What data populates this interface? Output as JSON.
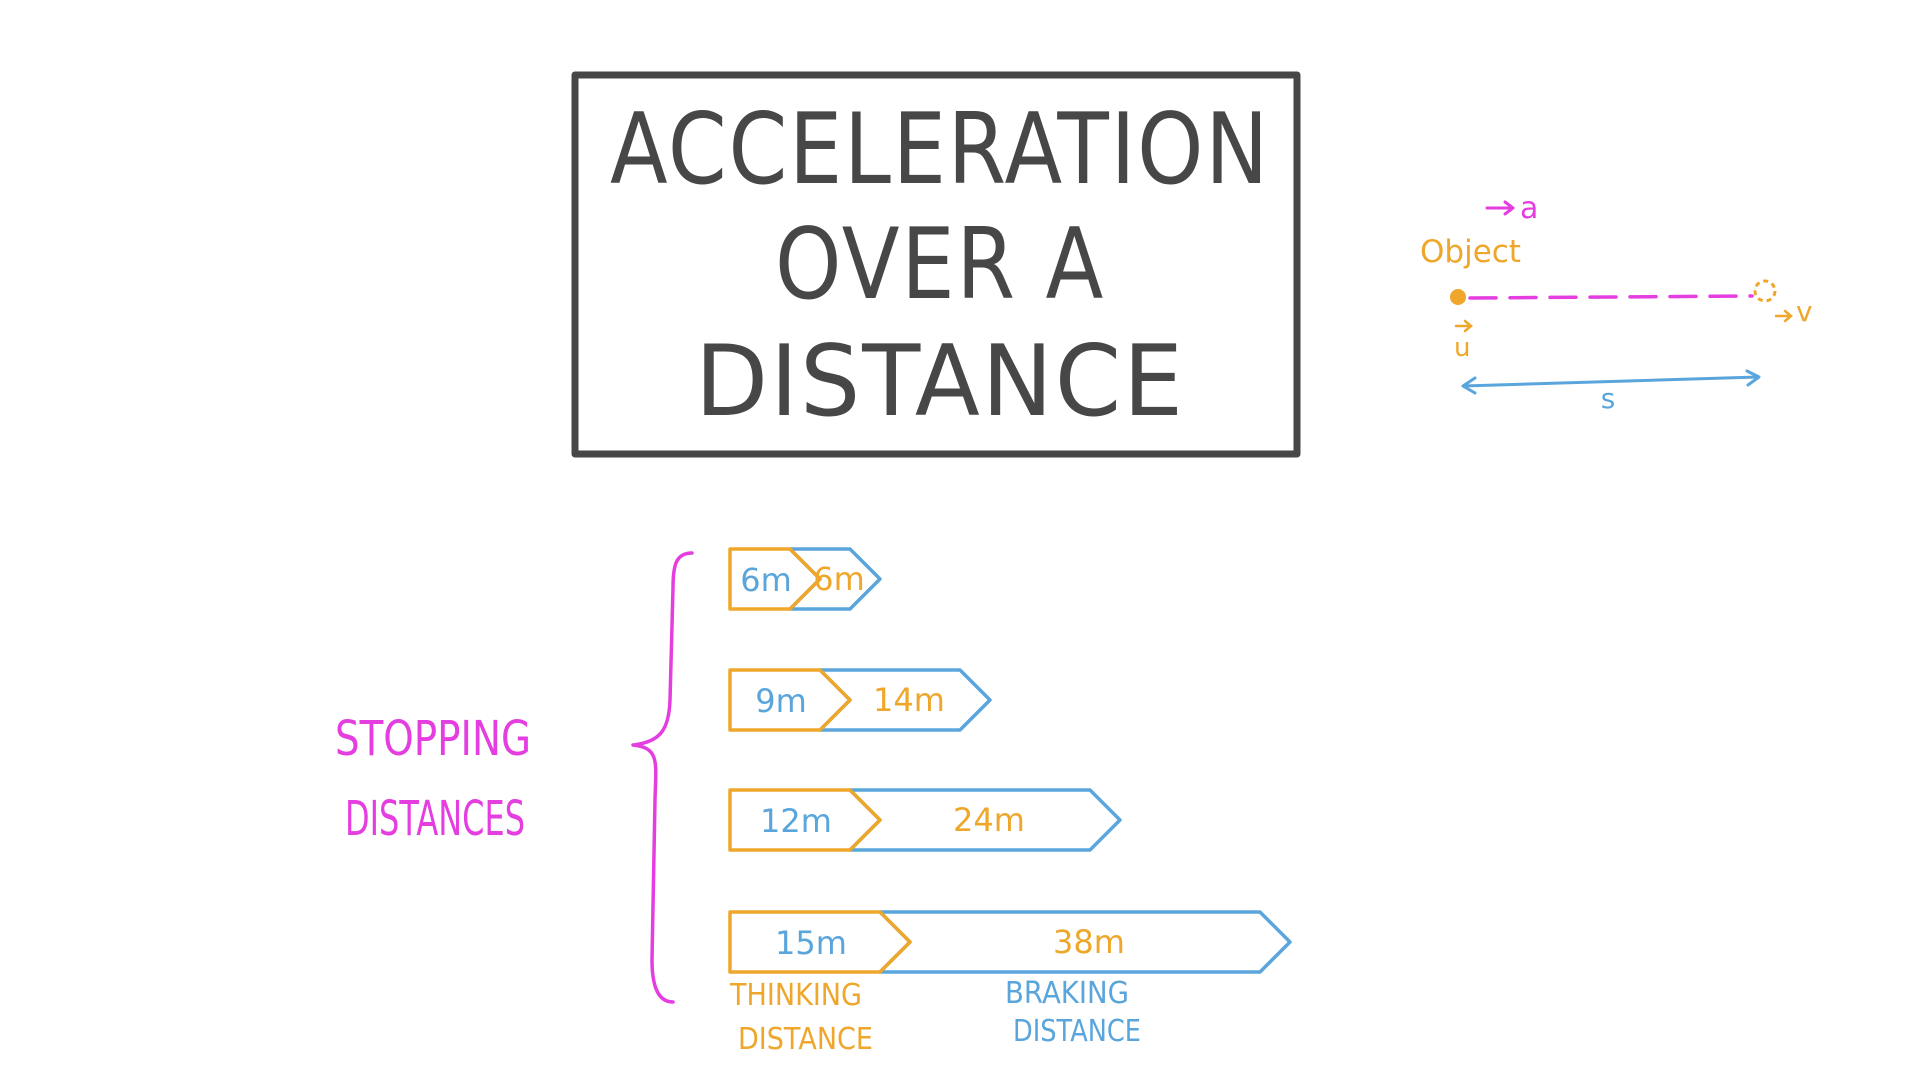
{
  "title": {
    "lines": [
      "ACCELERATION",
      "OVER A",
      "DISTANCE"
    ]
  },
  "motion_diagram": {
    "object_label": "Object",
    "acceleration_label": "a",
    "initial_velocity_label": "u",
    "final_velocity_label": "v",
    "displacement_label": "s"
  },
  "stopping": {
    "label_lines": [
      "STOPPING",
      "DISTANCES"
    ],
    "rows": [
      {
        "thinking": 6,
        "braking": 6,
        "thinking_label": "6m",
        "braking_label": "6m"
      },
      {
        "thinking": 9,
        "braking": 14,
        "thinking_label": "9m",
        "braking_label": "14m"
      },
      {
        "thinking": 12,
        "braking": 24,
        "thinking_label": "12m",
        "braking_label": "24m"
      },
      {
        "thinking": 15,
        "braking": 38,
        "thinking_label": "15m",
        "braking_label": "38m"
      }
    ],
    "thinking_caption": [
      "THINKING",
      "DISTANCE"
    ],
    "braking_caption": [
      "BRAKING",
      "DISTANCE"
    ]
  },
  "colors": {
    "title_ink": "#474747",
    "orange": "#eea72b",
    "blue": "#5aa5dc",
    "magenta": "#e43ee0"
  }
}
